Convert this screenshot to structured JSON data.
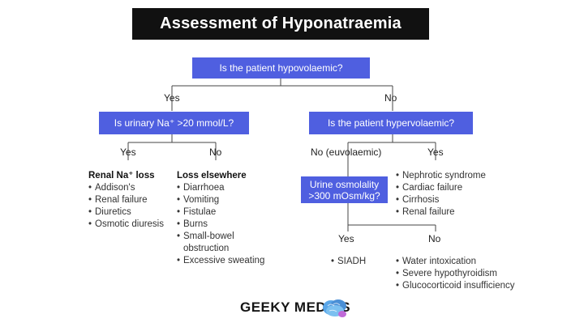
{
  "title": "Assessment of Hyponatraemia",
  "q_hypovolaemic": "Is the patient hypovolaemic?",
  "yes_left": "Yes",
  "no_right": "No",
  "q_urinary_na": "Is urinary Na⁺ >20 mmol/L?",
  "q_hypervolaemic": "Is the patient hypervolaemic?",
  "urinary_yes": "Yes",
  "urinary_no": "No",
  "hyper_no": "No (euvolaemic)",
  "hyper_yes": "Yes",
  "q_osmolality": {
    "line1": "Urine osmolality",
    "line2": ">300 mOsm/kg?"
  },
  "osmo_yes": "Yes",
  "osmo_no": "No",
  "renal_loss": {
    "heading": "Renal Na⁺ loss",
    "items": [
      "Addison's",
      "Renal failure",
      "Diuretics",
      "Osmotic diuresis"
    ]
  },
  "loss_elsewhere": {
    "heading": "Loss elsewhere",
    "items": [
      "Diarrhoea",
      "Vomiting",
      "Fistulae",
      "Burns",
      "Small-bowel obstruction",
      "Excessive sweating"
    ]
  },
  "hypervolaemic_causes": {
    "items": [
      "Nephrotic syndrome",
      "Cardiac failure",
      "Cirrhosis",
      "Renal failure"
    ]
  },
  "siadh": {
    "items": [
      "SIADH"
    ]
  },
  "low_osmo_causes": {
    "items": [
      "Water intoxication",
      "Severe hypothyroidism",
      "Glucocorticoid insufficiency"
    ]
  },
  "brand": "GEEKY MEDICS",
  "colors": {
    "box": "#4f5fe0",
    "title_bg": "#111111",
    "line": "#444444",
    "brain": "#5aa6e8"
  }
}
